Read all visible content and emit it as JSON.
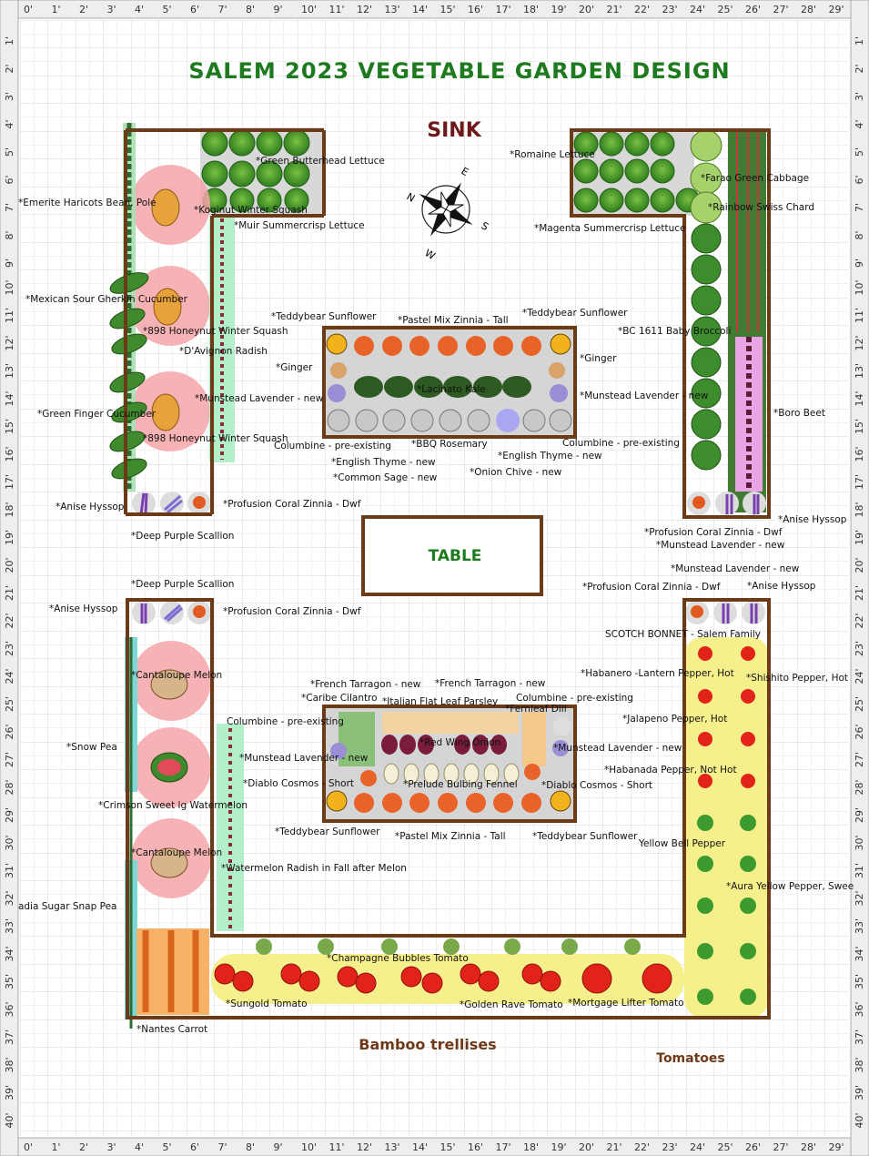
{
  "title": "SALEM 2023 VEGETABLE GARDEN DESIGN",
  "sink": "SINK",
  "table": "TABLE",
  "compass": {
    "n": "N",
    "e": "E",
    "s": "S",
    "w": "W"
  },
  "footer": {
    "left": "Bamboo trellises",
    "right": "Tomatoes"
  },
  "ruler": {
    "top": [
      "0'",
      "1'",
      "2'",
      "3'",
      "4'",
      "5'",
      "6'",
      "7'",
      "8'",
      "9'",
      "10'",
      "11'",
      "12'",
      "13'",
      "14'",
      "15'",
      "16'",
      "17'",
      "18'",
      "19'",
      "20'",
      "21'",
      "22'",
      "23'",
      "24'",
      "25'",
      "26'",
      "27'",
      "28'",
      "29'"
    ],
    "side": [
      "1'",
      "2'",
      "3'",
      "4'",
      "5'",
      "6'",
      "7'",
      "8'",
      "9'",
      "10'",
      "11'",
      "12'",
      "13'",
      "14'",
      "15'",
      "16'",
      "17'",
      "18'",
      "19'",
      "20'",
      "21'",
      "22'",
      "23'",
      "24'",
      "25'",
      "26'",
      "27'",
      "28'",
      "29'",
      "30'",
      "31'",
      "32'",
      "33'",
      "34'",
      "35'",
      "36'",
      "37'",
      "38'",
      "39'",
      "40'"
    ]
  },
  "labels": [
    "*Green Butterhead Lettuce",
    "*Romaine Lettuce",
    "*Farao Green Cabbage",
    "*Emerite Haricots Bean, Pole",
    "*Koginut Winter Squash",
    "*Rainbow Swiss Chard",
    "*Muir Summercrisp Lettuce",
    "*Magenta Summercrisp Lettuce",
    "*Mexican Sour Gherkin Cucumber",
    "*Teddybear Sunflower",
    "*Pastel Mix Zinnia - Tall",
    "*Teddybear Sunflower",
    "*898 Honeynut Winter Squash",
    "*BC 1611 Baby Broccoli",
    "*D'Avignon Radish",
    "*Ginger",
    "*Ginger",
    "*Lacinato Kale",
    "*Munstead Lavender - new",
    "*Munstead Lavender - new",
    "*Green Finger Cucumber",
    "*Boro Beet",
    "*898 Honeynut Winter Squash",
    "Columbine - pre-existing",
    "*BBQ Rosemary",
    "Columbine - pre-existing",
    "*English Thyme - new",
    "*English Thyme - new",
    "*Common Sage - new",
    "*Onion Chive - new",
    "*Anise Hyssop",
    "*Profusion Coral Zinnia - Dwf",
    "*Anise Hyssop",
    "*Deep Purple Scallion",
    "*Profusion Coral Zinnia - Dwf",
    "*Munstead Lavender - new",
    "*Munstead Lavender - new",
    "*Deep Purple Scallion",
    "*Profusion Coral Zinnia - Dwf",
    "*Anise Hyssop",
    "*Anise Hyssop",
    "*Profusion Coral Zinnia - Dwf",
    "SCOTCH BONNET - Salem Family",
    "*Cantaloupe Melon",
    "*Habanero -Lantern Pepper, Hot",
    "*Shishito Pepper, Hot",
    "*French Tarragon - new",
    "*French Tarragon - new",
    "*Caribe Cilantro",
    "*Italian Flat Leaf Parsley",
    "Columbine - pre-existing",
    "*Fernleaf Dill",
    "Columbine - pre-existing",
    "*Jalapeno Pepper, Hot",
    "*Snow Pea",
    "*Red Wing Onion",
    "*Munstead Lavender - new",
    "*Munstead Lavender - new",
    "*Habanada Pepper, Not Hot",
    "*Diablo Cosmos - Short",
    "*Prelude Bulbing Fennel",
    "*Diablo Cosmos - Short",
    "*Crimson Sweet lg Watermelon",
    "*Teddybear Sunflower",
    "*Pastel Mix Zinnia - Tall",
    "*Teddybear Sunflower",
    "Yellow Bell Pepper",
    "*Cantaloupe Melon",
    "*Watermelon Radish in Fall after Melon",
    "*Aura Yellow Pepper, Swee",
    "adia Sugar Snap Pea",
    "*Champagne Bubbles Tomato",
    "*Sungold Tomato",
    "*Golden Rave Tomato",
    "*Mortgage Lifter Tomato",
    "*Nantes Carrot"
  ]
}
